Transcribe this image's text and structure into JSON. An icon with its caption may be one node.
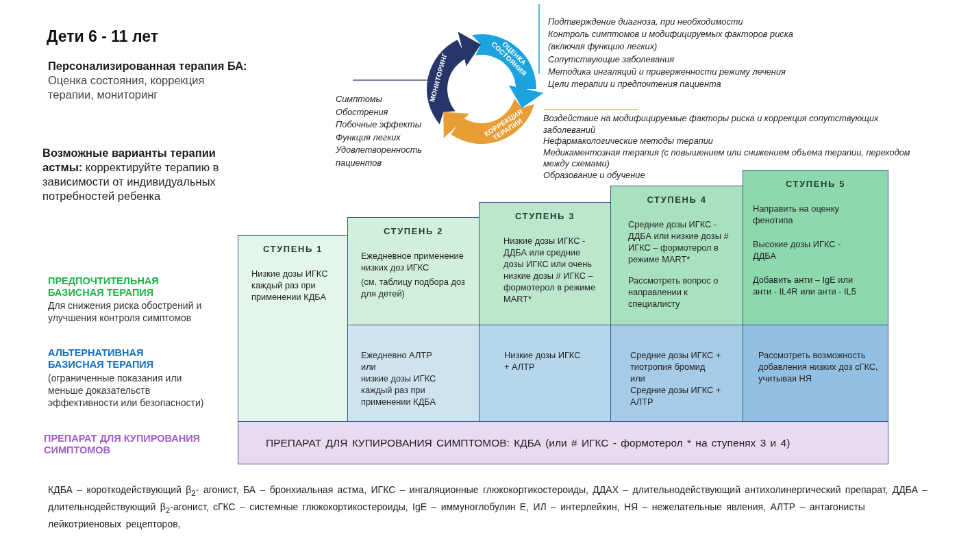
{
  "diagram": {
    "title": "Дети 6 - 11 лет",
    "nodes": [
      {
        "text": [
          "МОНИТОРИНГ"
        ],
        "beside": [
          "Симптомы",
          "Обострения",
          "Побочные эффекты",
          "Функция легких",
          "Удовлетворенность пациентов"
        ]
      },
      {
        "text": [
          "ОЦЕНКА СОСТОЯНИЯ"
        ],
        "beside": [
          "Подтверждение диагноза, при необходимости",
          "Контроль симптомов и модифицируемых факторов риска (включая функцию легких)",
          "Сопутствующие заболевания",
          "Методика ингаляций и приверженности режиму лечения",
          "Цели терапии и предпочтения пациента"
        ]
      },
      {
        "text": [
          "КОРРЕКЦИЯ ТЕРАПИИ"
        ],
        "beside": [
          "Воздействие на модифицируемые факторы риска и коррекция сопутствующих заболеваний",
          "Нефармакологические методы терапии",
          "Медикаментозная терапия (с повышением или снижением объема терапии, переходом между схемами)",
          "Образование и обучение"
        ]
      },
      {
        "text": [
          "СТУПЕНЬ 1",
          "Низкие дозы ИГКС каждый раз при применении КДБА"
        ]
      },
      {
        "text": [
          "СТУПЕНЬ 2",
          "Ежедневное применение низких доз ИГКС",
          "(см. таблицу подбора доз для детей)"
        ]
      },
      {
        "text": [
          "СТУПЕНЬ 3",
          "Низкие дозы ИГКС - ДДБА или средние дозы ИГКС или очень низкие дозы # ИГКС – формотерол в режиме MART*"
        ]
      },
      {
        "text": [
          "СТУПЕНЬ 4",
          "Средние дозы ИГКС - ДДБА или низкие дозы # ИГКС – формотерол в режиме MART*",
          "Рассмотреть вопрос о направлении к специалисту"
        ]
      },
      {
        "text": [
          "СТУПЕНЬ 5",
          "Направить на оценку фенотипа",
          "Высокие дозы ИГКС - ДДБА",
          "Добавить анти – IgE или анти - IL4R или анти - IL5"
        ]
      },
      {
        "text": [
          "Ежедневно АЛТР",
          "или",
          "низкие дозы ИГКС каждый раз при применении КДБА"
        ]
      },
      {
        "text": [
          "Низкие дозы ИГКС + АЛТР"
        ]
      },
      {
        "text": [
          "Средние дозы ИГКС + тиотропия бромид",
          "или",
          "Средние дозы ИГКС + АЛТР"
        ]
      },
      {
        "text": [
          "Рассмотреть возможность добавления низких доз сГКС, учитывая НЯ"
        ]
      },
      {
        "text": [
          "ПРЕПАРАТ ДЛЯ КУПИРОВАНИЯ СИМПТОМОВ: КДБА (или # ИГКС - формотерол * на ступенях 3 и 4)"
        ]
      }
    ],
    "edges": [
      {
        "from": 0,
        "to": 1,
        "arrow": "to",
        "color": "#27356b"
      },
      {
        "from": 1,
        "to": 2,
        "arrow": "to",
        "color": "#1ca3de"
      },
      {
        "from": 2,
        "to": 0,
        "arrow": "to",
        "color": "#e99d35"
      }
    ],
    "labels": [
      "Персонализированная терапия БА:",
      "Оценка состояния, коррекция терапии, мониторинг",
      "**Возможные варианты терапии астмы:** корректируйте терапию в зависимости от индивидуальных потребностей ребенка",
      "ПРЕДПОЧТИТЕЛЬНАЯ БАЗИСНАЯ ТЕРАПИЯ",
      "Для снижения риска обострений и улучшения контроля симптомов",
      "АЛЬТЕРНАТИВНАЯ БАЗИСНАЯ ТЕРАПИЯ",
      "(ограниченные показания или меньше доказательств эффективности или безопасности)",
      "ПРЕПАРАТ ДЛЯ КУПИРОВАНИЯ СИМПТОМОВ",
      "КДБА – короткодействующий β$_{2}$- агонист, БА – бронхиальная астма, ИГКС – ингаляционные глюкокортикостероиды, ДДАХ – длительнодействующий антихолинергический препарат, ДДБА – длительнодействующий β$_{2}$-агонист, сГКС – системные глюкокортикостероиды, IgE – иммуноглобулин Е, ИЛ – интерлейкин, НЯ – нежелательные явления, АЛТР – антагонисты лейкотриеновых рецепторов,"
    ]
  }
}
